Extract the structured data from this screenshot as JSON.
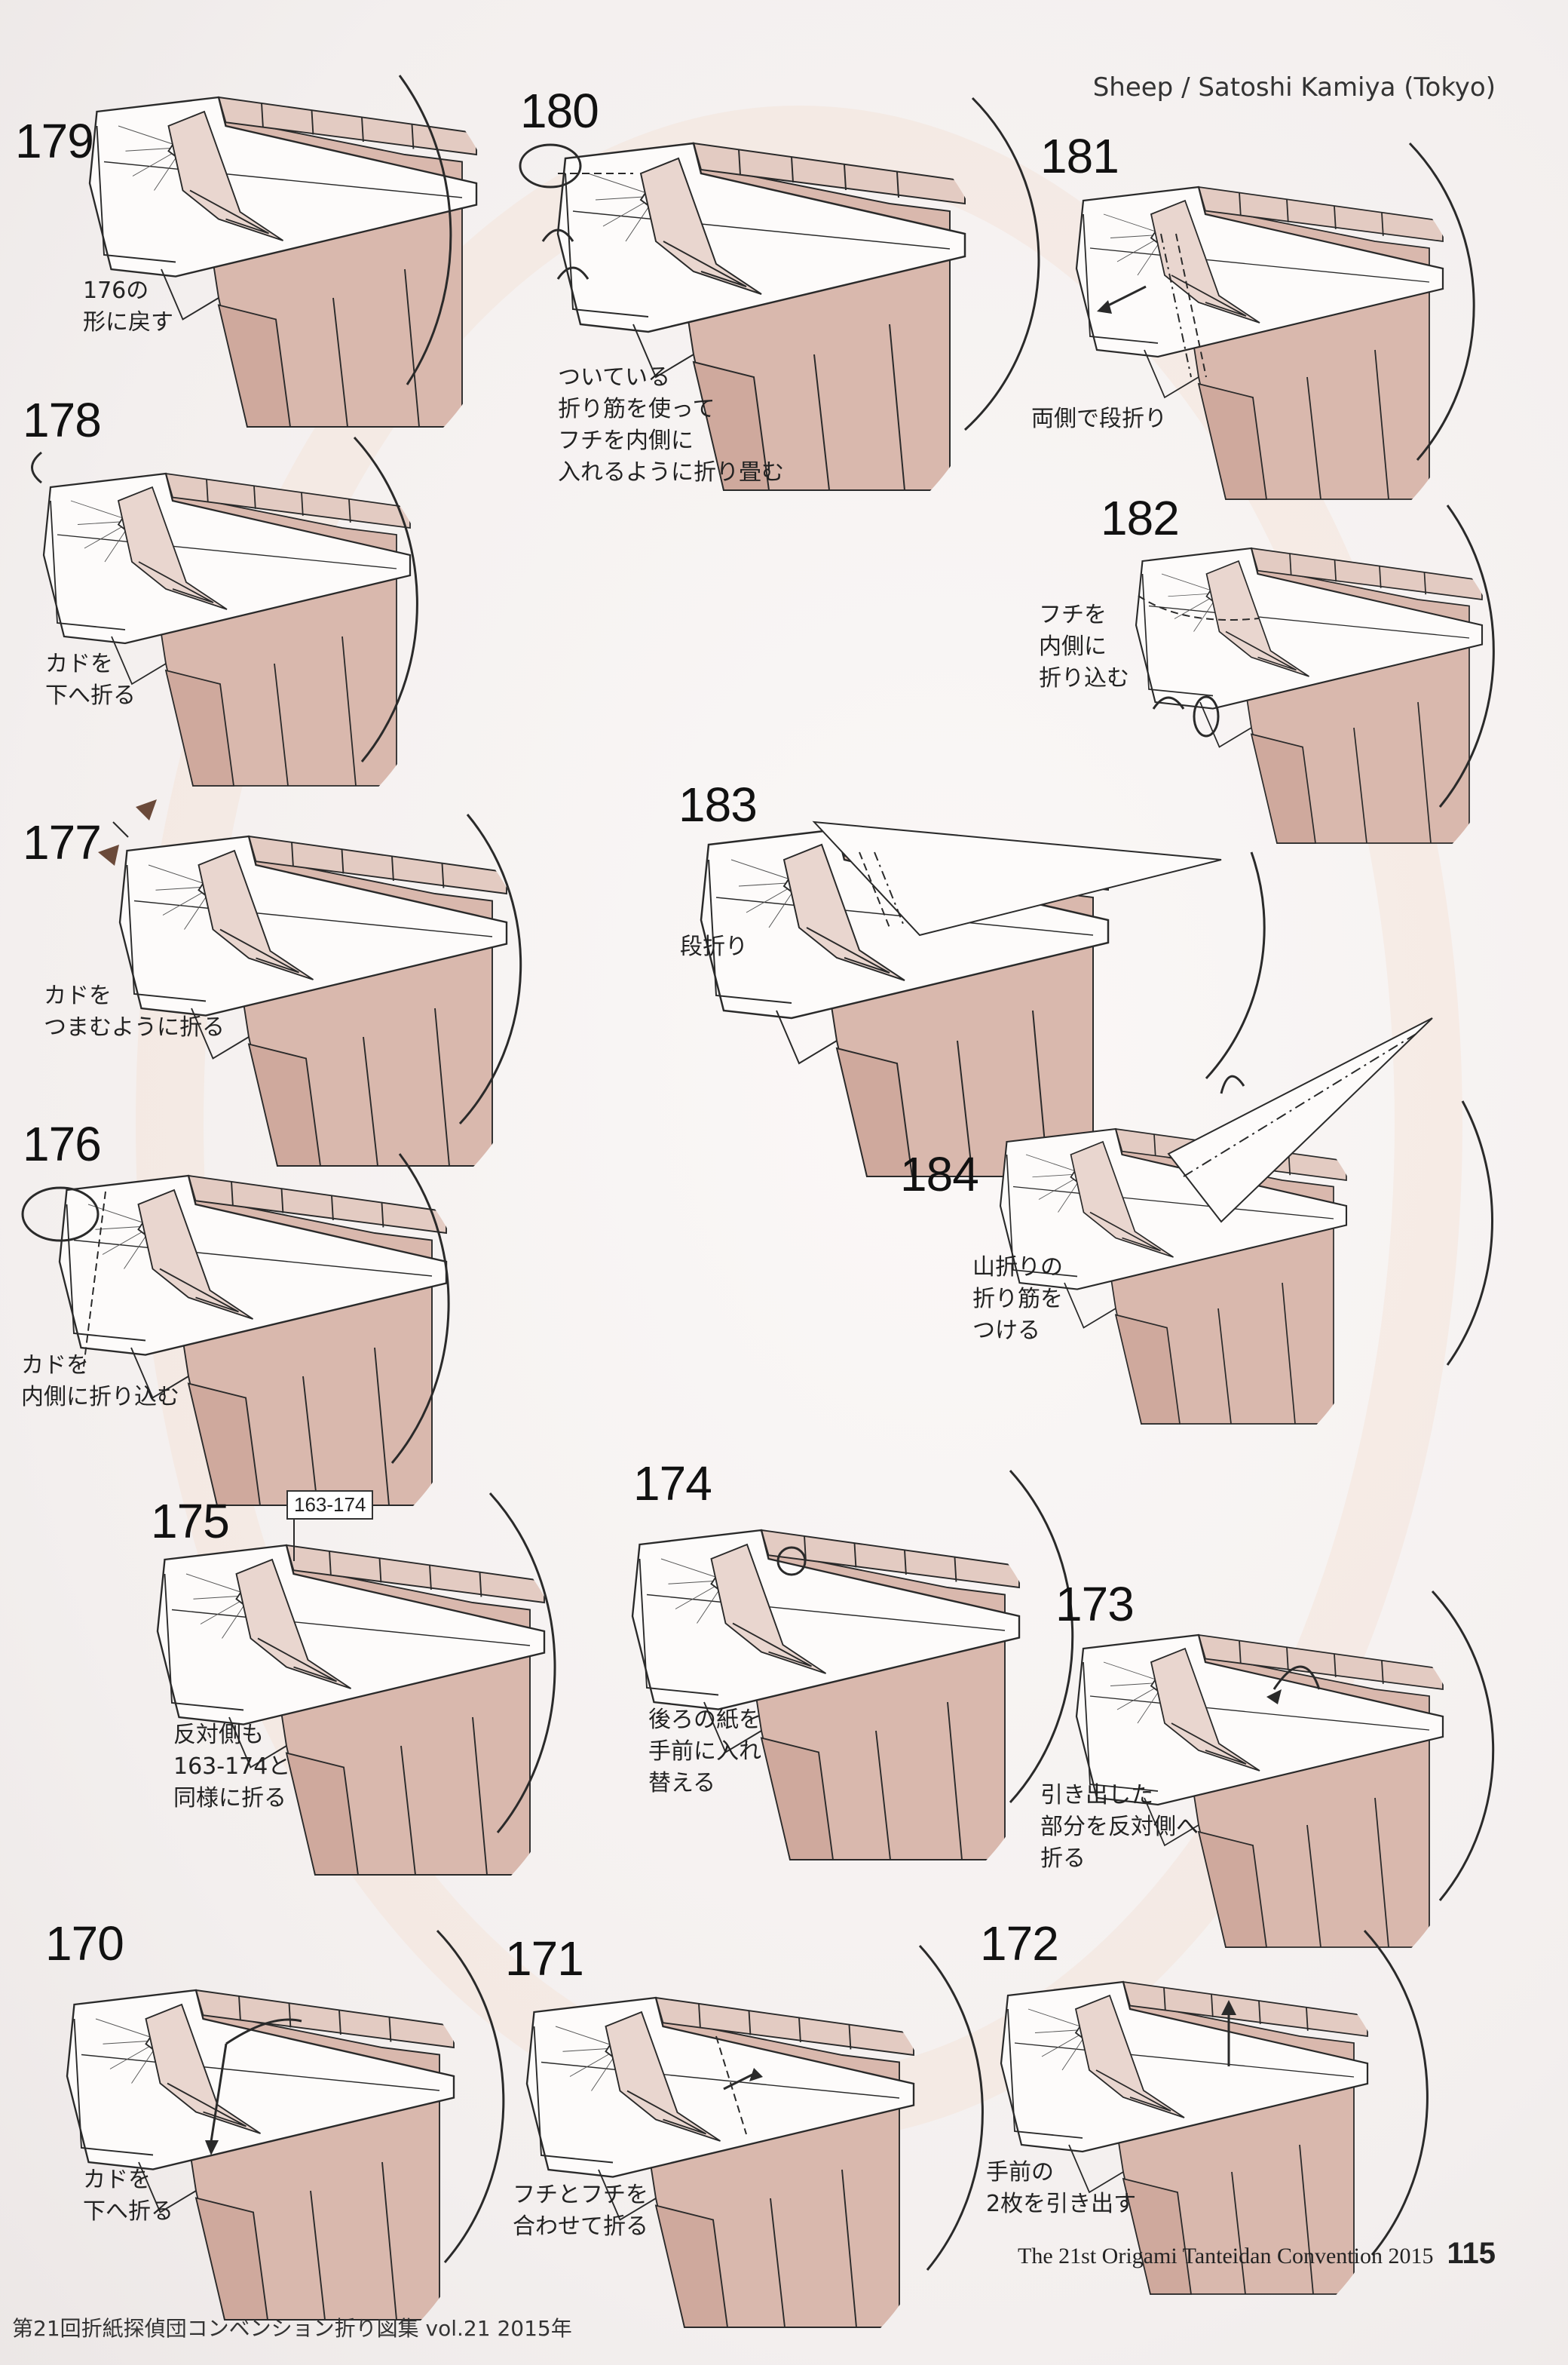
{
  "header": {
    "text": "Sheep  / Satoshi Kamiya (Tokyo)"
  },
  "steps": {
    "s179": {
      "num": "179",
      "caption": [
        "176の",
        "形に戻す"
      ]
    },
    "s180": {
      "num": "180",
      "caption": [
        "ついている",
        "折り筋を使って",
        "フチを内側に",
        "入れるように折り畳む"
      ]
    },
    "s181": {
      "num": "181",
      "caption": [
        "両側で段折り"
      ]
    },
    "s178": {
      "num": "178",
      "caption": [
        "カドを",
        "下へ折る"
      ]
    },
    "s182": {
      "num": "182",
      "caption": [
        "フチを",
        "内側に",
        "折り込む"
      ]
    },
    "s177": {
      "num": "177",
      "caption": [
        "カドを",
        "つまむように折る"
      ]
    },
    "s183": {
      "num": "183",
      "caption": [
        "段折り"
      ]
    },
    "s176": {
      "num": "176",
      "caption": [
        "カドを",
        "内側に折り込む"
      ]
    },
    "s184": {
      "num": "184",
      "caption": [
        "山折りの",
        "折り筋を",
        "つける"
      ]
    },
    "s175": {
      "num": "175",
      "ref": "163-174",
      "caption": [
        "反対側も",
        "163-174と",
        "同様に折る"
      ]
    },
    "s174": {
      "num": "174",
      "caption": [
        "後ろの紙を",
        "手前に入れ",
        "替える"
      ]
    },
    "s173": {
      "num": "173",
      "caption": [
        "引き出した",
        "部分を反対側へ",
        "折る"
      ]
    },
    "s170": {
      "num": "170",
      "caption": [
        "カドを",
        "下へ折る"
      ]
    },
    "s171": {
      "num": "171",
      "caption": [
        "フチとフチを",
        "合わせて折る"
      ]
    },
    "s172": {
      "num": "172",
      "caption": [
        "手前の",
        "2枚を引き出す"
      ]
    }
  },
  "footer": {
    "right_text": "The 21st Origami Tanteidan Convention 2015",
    "page_number": "115",
    "left_text": "第21回折紙探偵団コンベンション折り図集 vol.21 2015年"
  },
  "colors": {
    "paper_pink": "#d9b8ad",
    "paper_white": "#fdfbfa",
    "line": "#2a2a2a",
    "arrow_fill": "#6b4a3a"
  }
}
